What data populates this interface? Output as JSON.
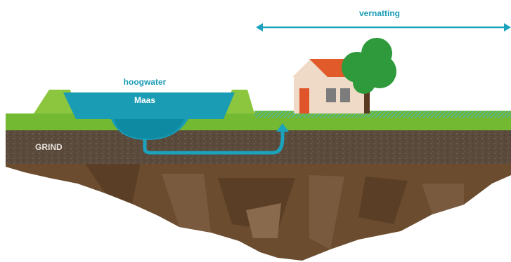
{
  "labels": {
    "vernatting": "vernatting",
    "hoogwater": "hoogwater",
    "river": "Maas",
    "gravel": "GRIND"
  },
  "colors": {
    "water": "#1a9cb5",
    "water_dark": "#0f8aa3",
    "arrow": "#1ba3bd",
    "label_text": "#1a9cb5",
    "grass": "#74b932",
    "dike": "#8cc63f",
    "gravel_layer": "#5a4a3c",
    "soil": "#6b4c2e",
    "soil_dark": "#5a3e25",
    "house_wall": "#efd9c7",
    "roof": "#e05a2a",
    "door": "#e0542a",
    "window": "#7c7c7c",
    "tree": "#2e9a3c",
    "trunk": "#5a3a22",
    "wet_field": "#3fb0c7"
  },
  "icons": {
    "wet_area": "vernatting-arrow-icon",
    "seepage": "seepage-arrow-icon",
    "house": "house-icon",
    "tree": "tree-icon"
  }
}
